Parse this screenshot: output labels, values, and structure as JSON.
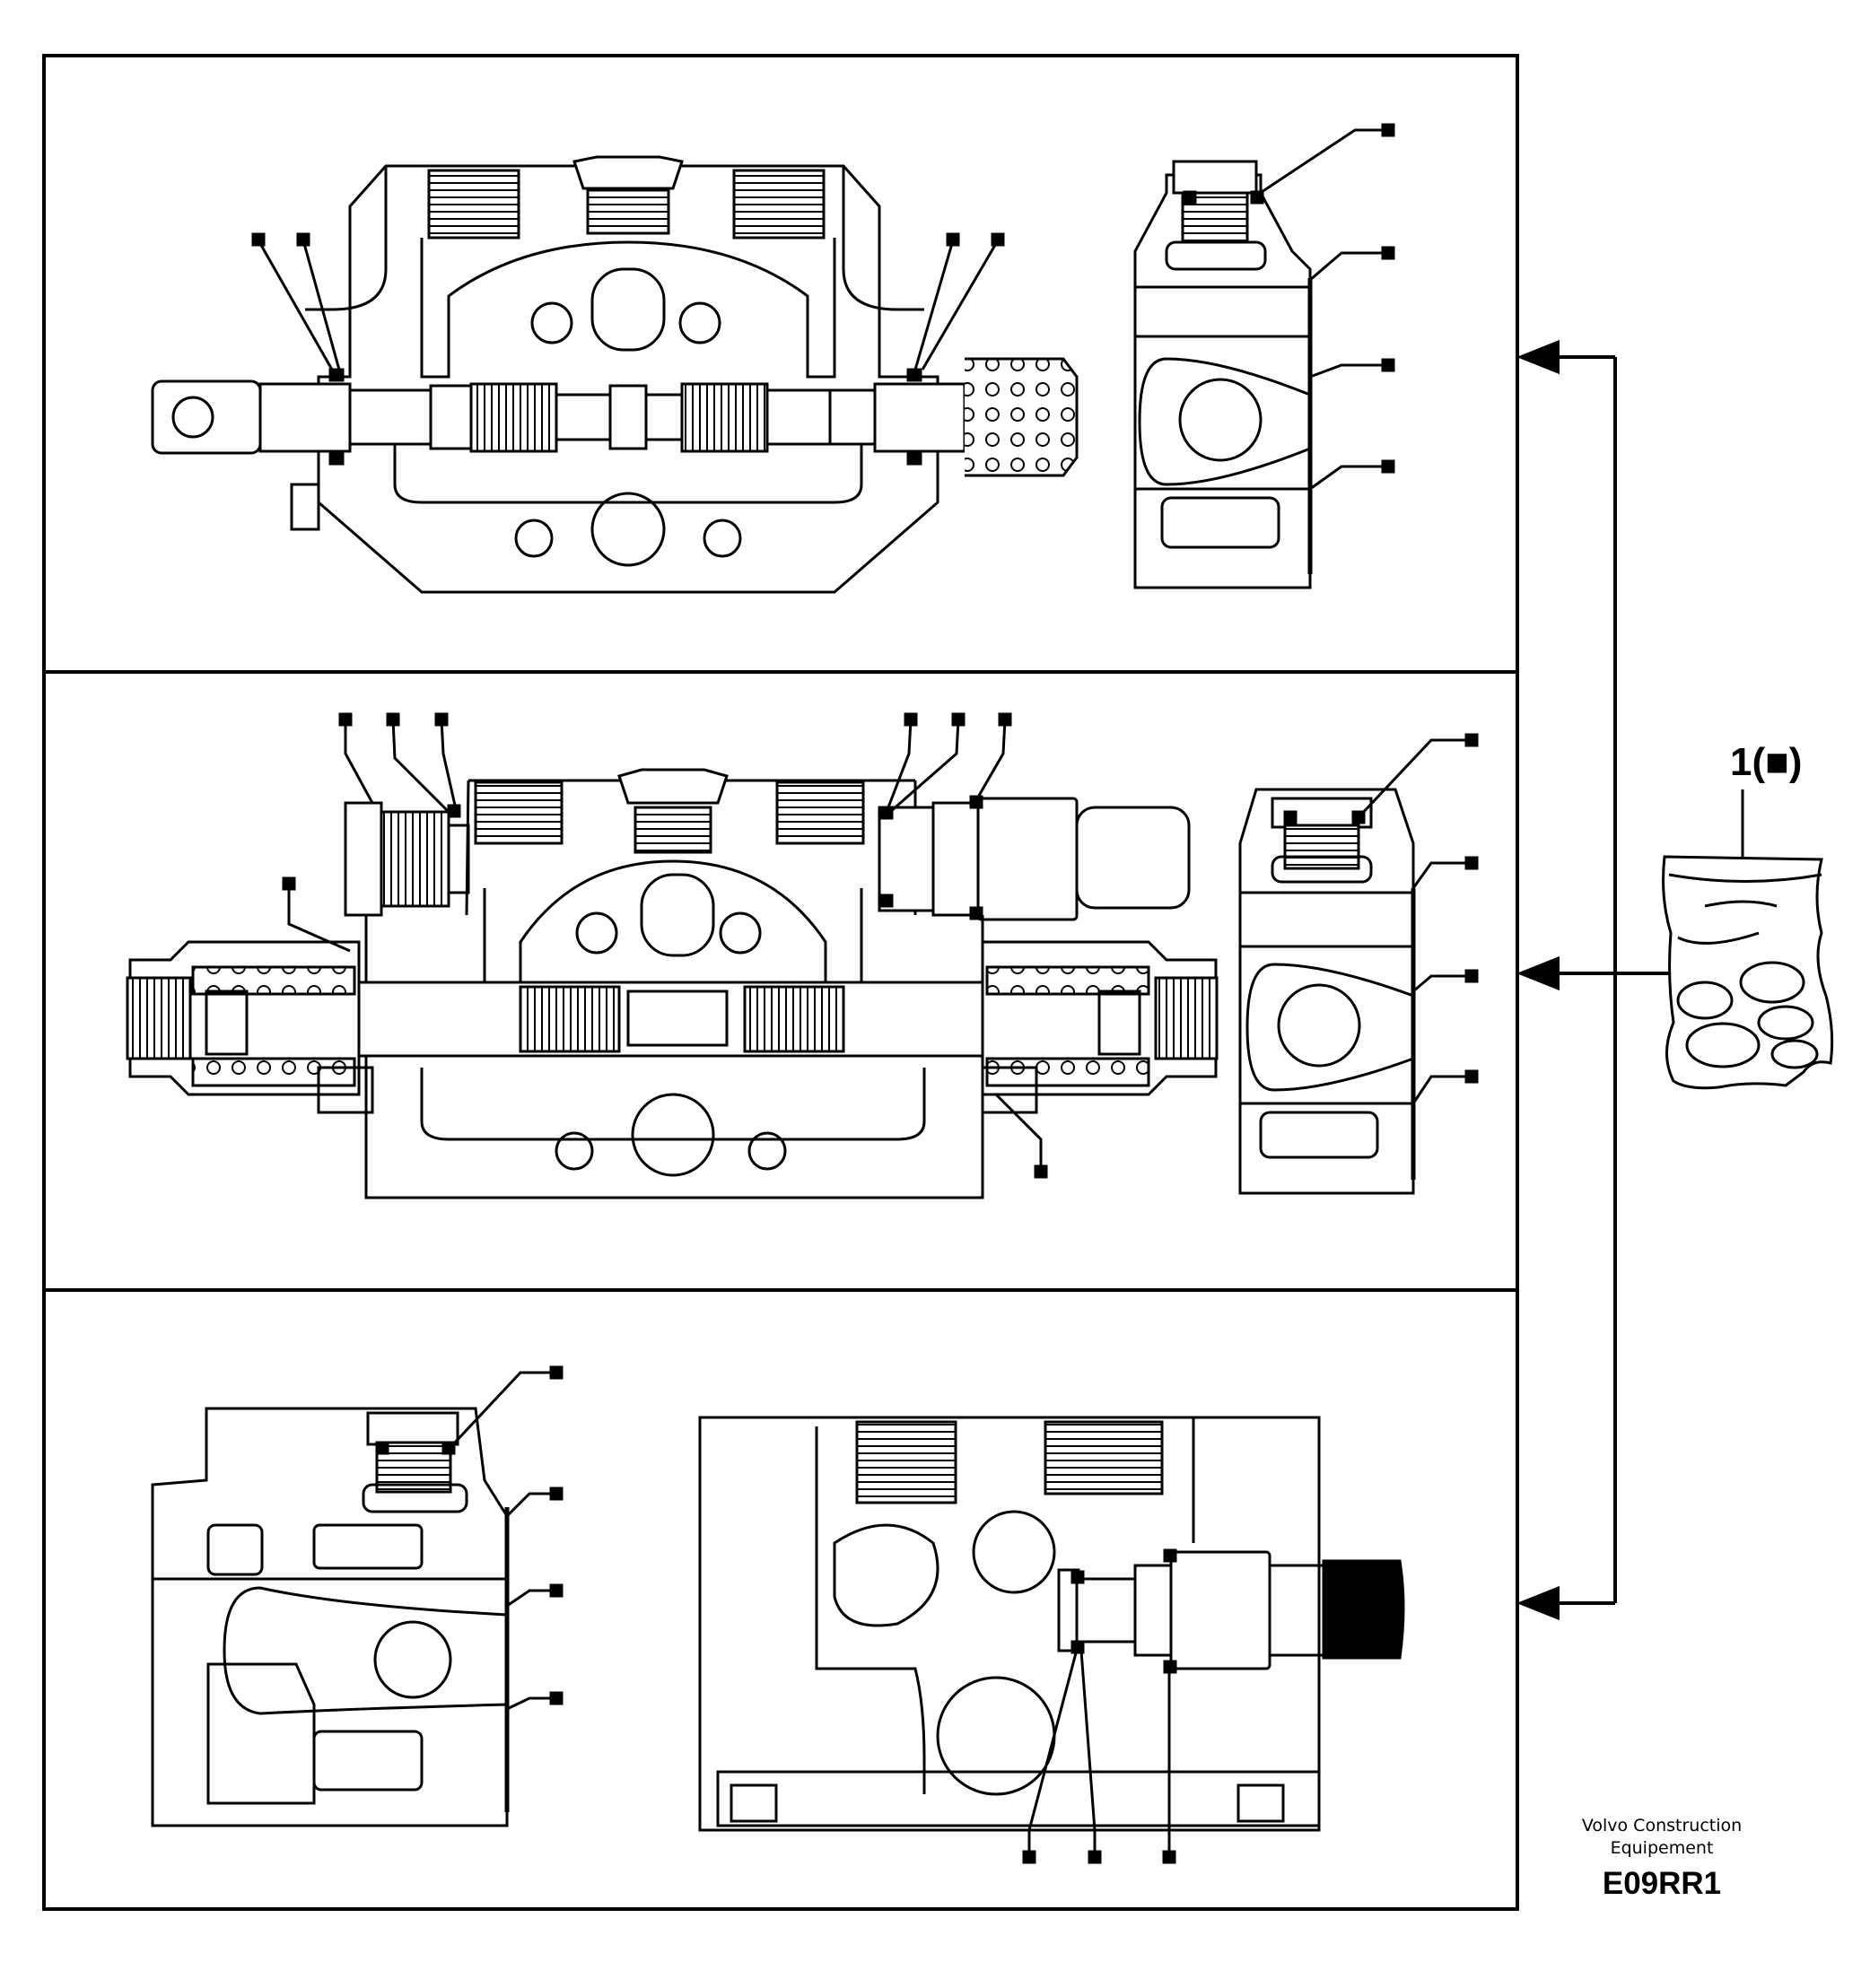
{
  "kit": {
    "label": "1(■)"
  },
  "footer": {
    "brand_line1": "Volvo Construction",
    "brand_line2": "Equipement",
    "code": "E09RR1"
  },
  "colors": {
    "line": "#000000",
    "background": "#ffffff"
  },
  "panels": [
    {
      "name": "panel-top",
      "parts": [
        "valve-section-view",
        "valve-end-view"
      ]
    },
    {
      "name": "panel-middle",
      "parts": [
        "valve-section-view",
        "valve-end-view"
      ]
    },
    {
      "name": "panel-bottom",
      "parts": [
        "valve-end-view",
        "valve-section-view"
      ]
    }
  ]
}
